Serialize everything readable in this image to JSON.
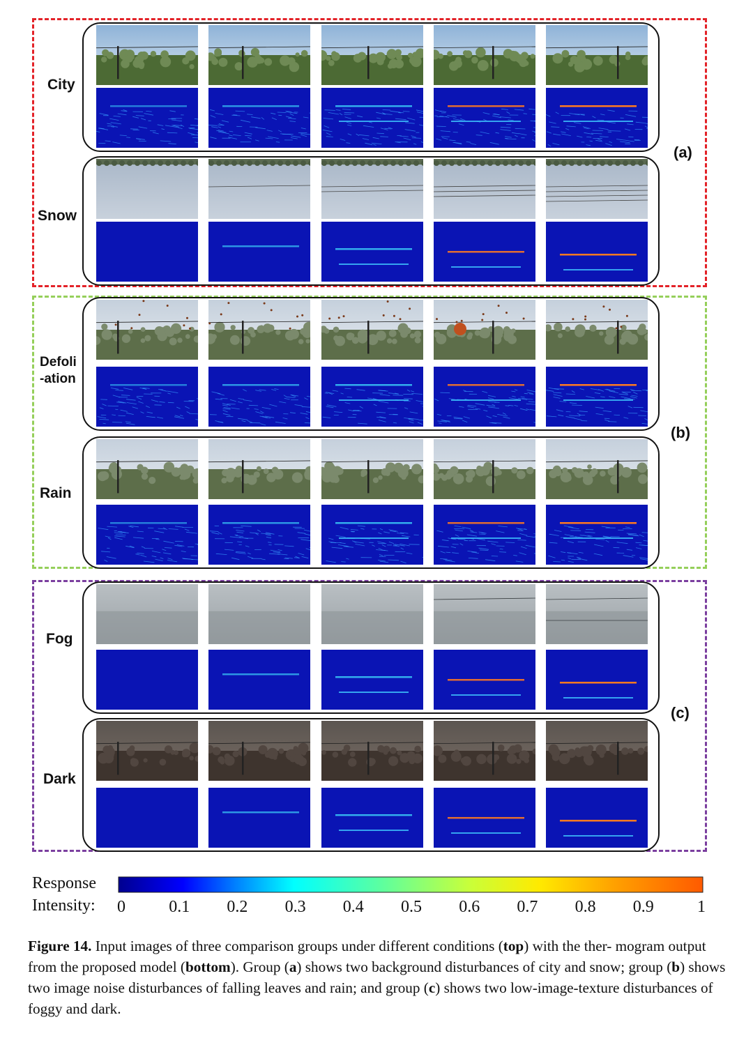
{
  "figure": {
    "groups": [
      {
        "label": "(a)",
        "color": "#e32228",
        "rows": [
          {
            "label": "City",
            "kind": "city"
          },
          {
            "label": "Snow",
            "kind": "snow"
          }
        ]
      },
      {
        "label": "(b)",
        "color": "#95cf5a",
        "rows": [
          {
            "label_line1": "Defoli",
            "label_line2": "-ation",
            "kind": "defol"
          },
          {
            "label": "Rain",
            "kind": "rain"
          }
        ]
      },
      {
        "label": "(c)",
        "color": "#7b3f9f",
        "rows": [
          {
            "label": "Fog",
            "kind": "fog"
          },
          {
            "label": "Dark",
            "kind": "dark"
          }
        ]
      }
    ],
    "colorbar": {
      "title_line1": "Response",
      "title_line2": "Intensity:",
      "ticks": [
        "0",
        "0.1",
        "0.2",
        "0.3",
        "0.4",
        "0.5",
        "0.6",
        "0.7",
        "0.8",
        "0.9",
        "1"
      ],
      "colormap": "jet"
    }
  },
  "caption": {
    "label": "Figure 14.",
    "t1": " Input images of three comparison groups under different conditions (",
    "b1": "top",
    "t2": ") with the ther- mogram output from the proposed model (",
    "b2": "bottom",
    "t3": "). Group (",
    "b3": "a",
    "t4": ") shows two background disturbances of city and snow; group (",
    "b4": "b",
    "t5": ") shows two image noise disturbances of falling leaves and rain; and group (",
    "b5": "c",
    "t6": ") shows two low-image-texture disturbances of foggy and dark."
  }
}
